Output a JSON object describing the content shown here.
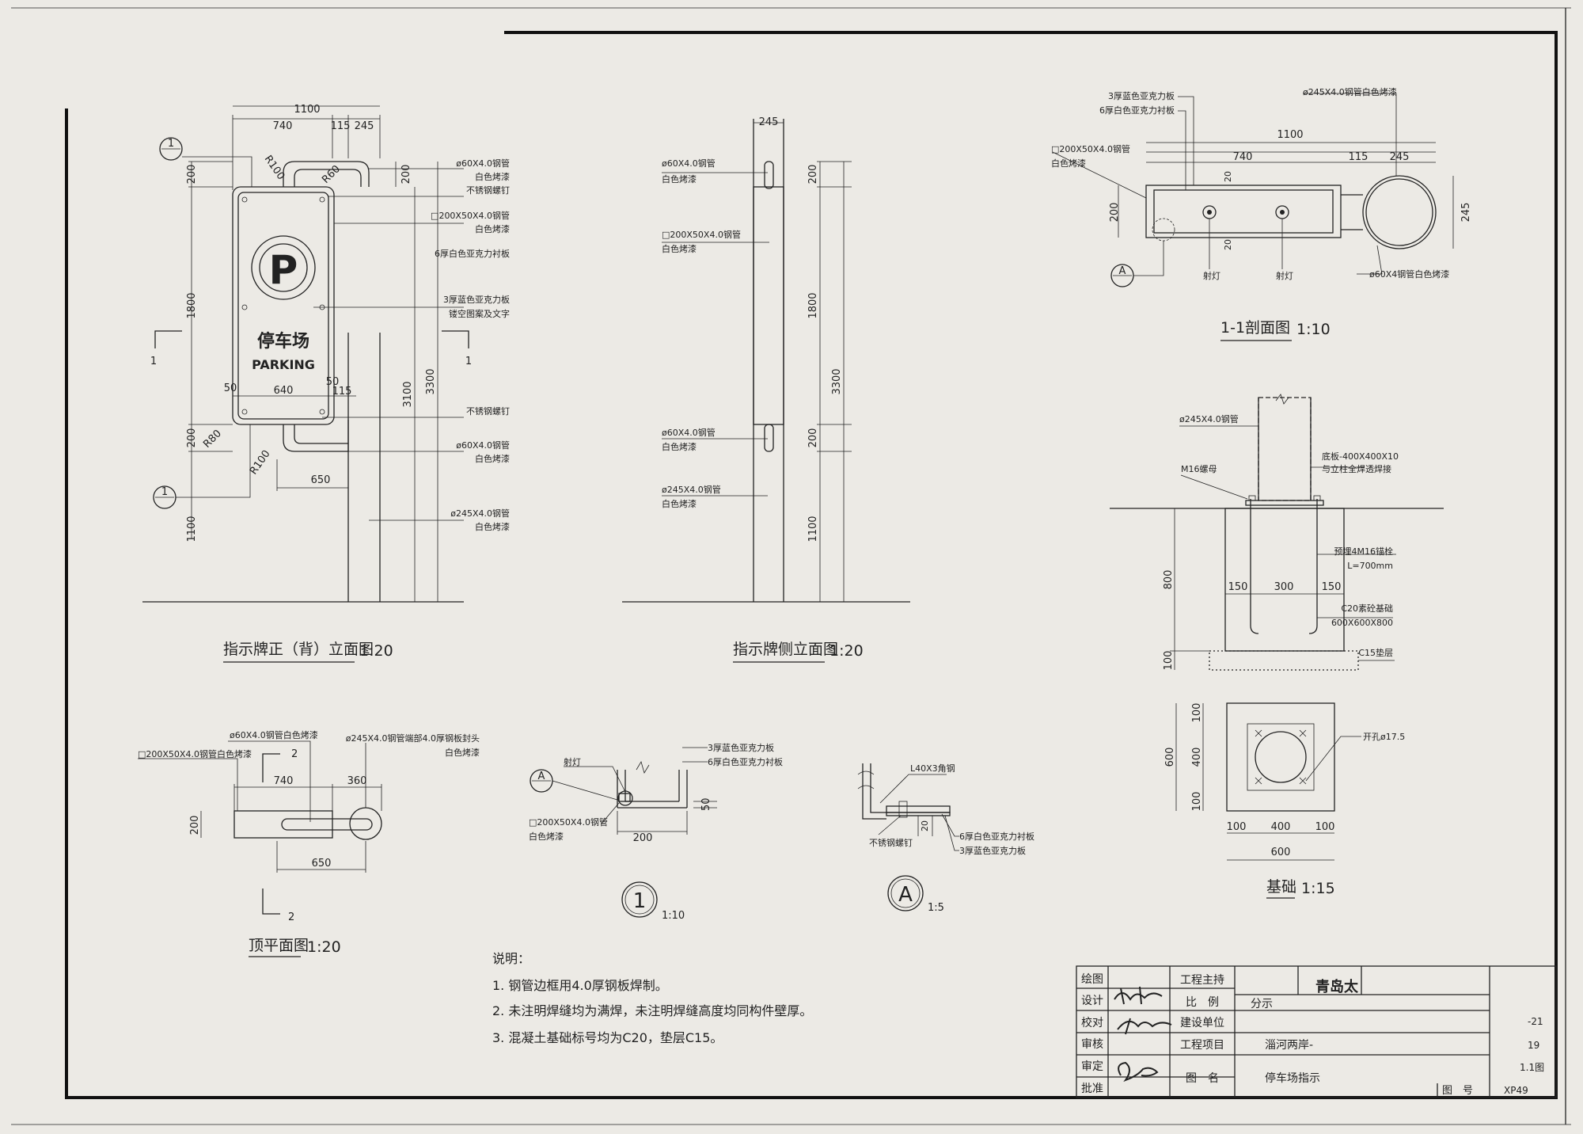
{
  "colors": {
    "paper": "#eceae5",
    "ink": "#222222"
  },
  "front": {
    "title": "指示牌正（背）立面图",
    "scale": "1:20",
    "dims": {
      "w1100": "1100",
      "w740": "740",
      "w115": "115",
      "w245": "245",
      "h200a": "200",
      "h1800": "1800",
      "h200b": "200",
      "h1100": "1100",
      "h3100": "3100",
      "h3300": "3300",
      "d50a": "50",
      "d640": "640",
      "d50b": "50",
      "d115": "115",
      "d650": "650",
      "d200r": "200"
    },
    "radii": {
      "r100a": "R100",
      "r60": "R60",
      "r80": "R80",
      "r100b": "R100"
    },
    "section_mark": "1",
    "section_num": "1",
    "callout_num": "1",
    "sign_text": "停车场",
    "sign_text_en": "PARKING",
    "logo_letter": "P",
    "labels": {
      "a1": "ø60X4.0钢管",
      "a2": "白色烤漆",
      "a3": "不锈钢螺钉",
      "b1": "□200X50X4.0钢管",
      "b2": "白色烤漆",
      "c1": "6厚白色亚克力衬板",
      "d1": "3厚蓝色亚克力板",
      "d2": "镂空图案及文字",
      "e1": "不锈钢螺钉",
      "f1": "ø60X4.0钢管",
      "f2": "白色烤漆",
      "g1": "ø245X4.0钢管",
      "g2": "白色烤漆"
    }
  },
  "side": {
    "title": "指示牌侧立面图",
    "scale": "1:20",
    "dims": {
      "w245": "245",
      "h200a": "200",
      "h1800": "1800",
      "h200b": "200",
      "h1100": "1100",
      "h3300": "3300"
    },
    "labels": {
      "a1": "ø60X4.0钢管",
      "a2": "白色烤漆",
      "b1": "□200X50X4.0钢管",
      "b2": "白色烤漆",
      "c1": "ø60X4.0钢管",
      "c2": "白色烤漆",
      "d1": "ø245X4.0钢管",
      "d2": "白色烤漆"
    }
  },
  "section11": {
    "title": "1-1剖面图",
    "scale": "1:10",
    "dims": {
      "w1100": "1100",
      "w740": "740",
      "w115": "115",
      "w245": "245",
      "h200": "200",
      "h245": "245",
      "t20a": "20",
      "t20b": "20"
    },
    "callout": "A",
    "labels": {
      "a1": "3厚蓝色亚克力板",
      "a2": "6厚白色亚克力衬板",
      "b1": "ø245X4.0钢管白色烤漆",
      "c1": "□200X50X4.0钢管",
      "c2": "白色烤漆",
      "d1": "射灯",
      "d2": "射灯",
      "e1": "ø60X4钢管白色烤漆"
    }
  },
  "foundation": {
    "title": "基础",
    "scale": "1:15",
    "dims": {
      "h800": "800",
      "h100": "100",
      "w150a": "150",
      "w300": "300",
      "w150b": "150",
      "p100a": "100",
      "p400": "400",
      "p100b": "100",
      "p600": "600",
      "q100a": "100",
      "q400": "400",
      "q100b": "100",
      "q600": "600"
    },
    "labels": {
      "a1": "ø245X4.0钢管",
      "b1": "底板-400X400X10",
      "b2": "与立柱全焊透焊接",
      "c1": "M16螺母",
      "d1": "预埋4M16锚栓",
      "d2": "L=700mm",
      "e1": "C20素砼基础",
      "e2": "600X600X800",
      "f1": "C15垫层",
      "g1": "开孔ø17.5"
    }
  },
  "plan": {
    "title": "顶平面图",
    "scale": "1:20",
    "dims": {
      "w740": "740",
      "w360": "360",
      "h200": "200",
      "w650": "650"
    },
    "mark": "2",
    "mark2": "2",
    "labels": {
      "a1": "ø60X4.0钢管白色烤漆",
      "b1": "□200X50X4.0钢管白色烤漆",
      "c1": "ø245X4.0钢管端部4.0厚钢板封头",
      "c2": "白色烤漆"
    }
  },
  "detail1": {
    "num": "1",
    "scale": "1:10",
    "dims": {
      "w200": "200",
      "h50": "50"
    },
    "callout": "A",
    "labels": {
      "a1": "3厚蓝色亚克力板",
      "a2": "6厚白色亚克力衬板",
      "b1": "射灯",
      "c1": "□200X50X4.0钢管",
      "c2": "白色烤漆"
    }
  },
  "detailA": {
    "num": "A",
    "scale": "1:5",
    "dims": {
      "h20": "20"
    },
    "labels": {
      "a1": "L40X3角钢",
      "b1": "6厚白色亚克力衬板",
      "b2": "3厚蓝色亚克力板",
      "c1": "不锈钢螺钉"
    }
  },
  "notes": {
    "heading": "说明：",
    "items": [
      "1.  钢管边框用4.0厚钢板焊制。",
      "2.  未注明焊缝均为满焊，未注明焊缝高度均同构件壁厚。",
      "3.  混凝土基础标号均为C20，垫层C15。"
    ]
  },
  "title_block": {
    "roles": [
      "绘图",
      "设计",
      "校对",
      "审核",
      "审定",
      "批准"
    ],
    "fields": [
      "工程主持",
      "比　例",
      "建设单位",
      "工程项目",
      "图　名"
    ],
    "values": [
      "",
      "分示",
      "",
      "淄河两岸-",
      "停车场指示"
    ],
    "company": "青岛太",
    "right_codes": [
      "-21",
      "19",
      "1.1图"
    ],
    "sheet_label": "图　号",
    "sheet_no": "XP49"
  }
}
